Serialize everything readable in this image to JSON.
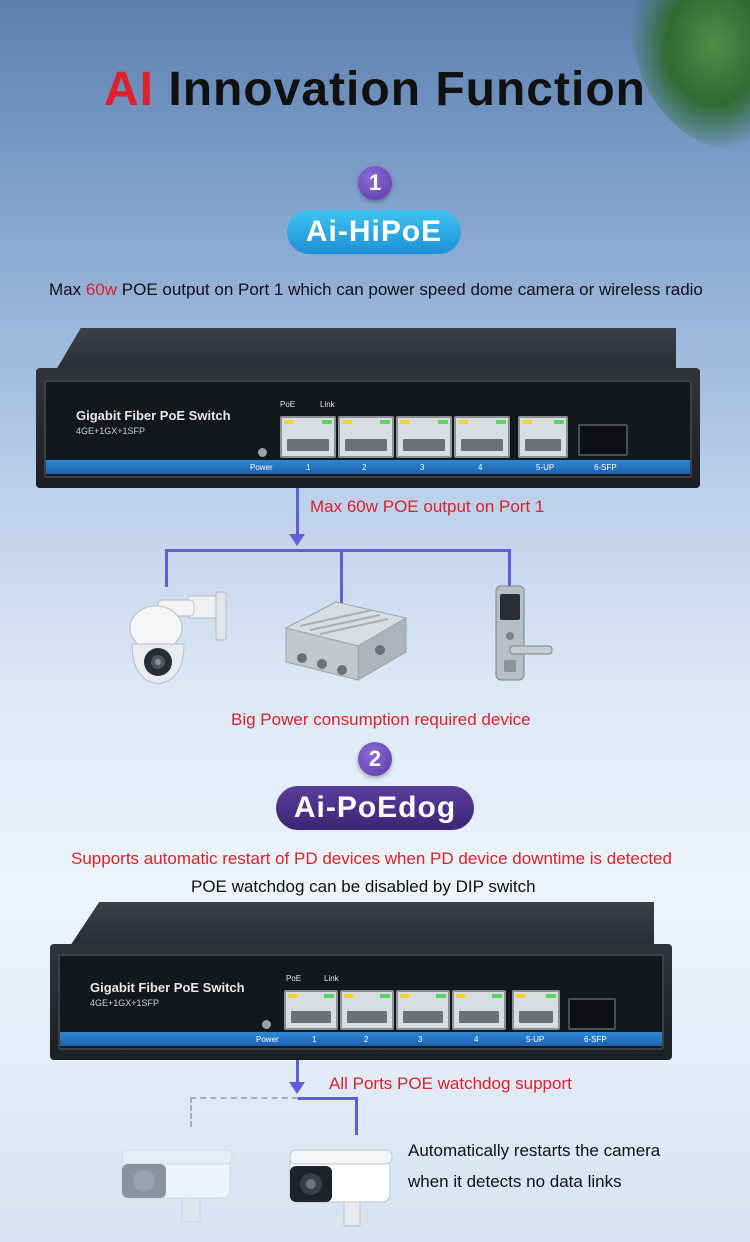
{
  "header": {
    "title_prefix": "AI",
    "title_rest": "Innovation Function"
  },
  "section1": {
    "number": "1",
    "badge": "Ai-HiPoE",
    "desc_prefix": "Max ",
    "desc_highlight": "60w",
    "desc_suffix": " POE output on Port 1 which can power speed dome camera or wireless radio",
    "arrow_note": "Max 60w POE output on Port 1",
    "devices_caption": "Big Power consumption required device"
  },
  "section2": {
    "number": "2",
    "badge": "Ai-PoEdog",
    "desc_red": "Supports automatic restart of PD devices when PD device downtime is detected",
    "desc_black": "POE watchdog can be disabled by DIP switch",
    "arrow_note": "All Ports POE watchdog support",
    "camera_note_line1": "Automatically restarts the camera",
    "camera_note_line2": "when it detects no data links"
  },
  "switch": {
    "name": "Gigabit  Fiber PoE Switch",
    "model": "4GE+1GX+1SFP",
    "poe_label": "PoE",
    "link_label": "Link",
    "power_label": "Power",
    "port_labels": [
      "1",
      "2",
      "3",
      "4",
      "5-UP",
      "6-SFP"
    ]
  },
  "colors": {
    "accent_red": "#e0202a",
    "line_blue": "#5d5fd6",
    "badge1": "#2ba6e3",
    "badge2": "#4a3088"
  }
}
